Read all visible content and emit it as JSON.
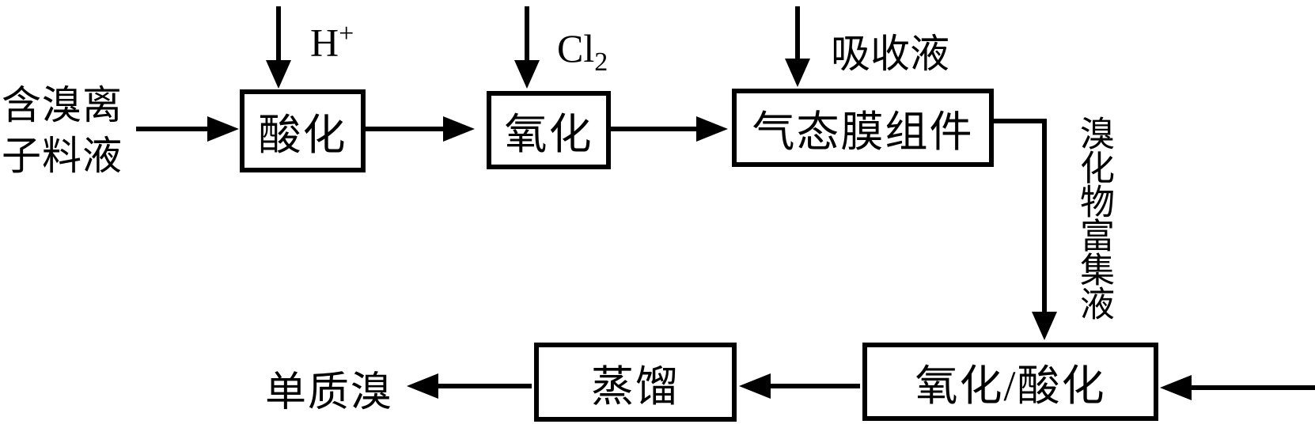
{
  "diagram": {
    "title_implicit": "bromine-extraction-process-flow",
    "colors": {
      "line": "#000000",
      "background": "#ffffff",
      "text": "#000000"
    },
    "feed_label": {
      "full": "含溴离子料液",
      "lines": [
        "含溴离",
        "子料液"
      ]
    },
    "boxes": {
      "acidification": "酸化",
      "oxidation": "氧化",
      "membrane_module": "气态膜组件",
      "oxidation_acidification": "氧化/酸化",
      "distillation": "蒸馏"
    },
    "inputs": {
      "h_plus": {
        "base": "H",
        "sup": "+"
      },
      "chlorine": {
        "base": "Cl",
        "sub": "2"
      },
      "absorption_liquid": "吸收液"
    },
    "streams": {
      "enriched_liquid": "溴化物富集液",
      "product": "单质溴"
    }
  }
}
